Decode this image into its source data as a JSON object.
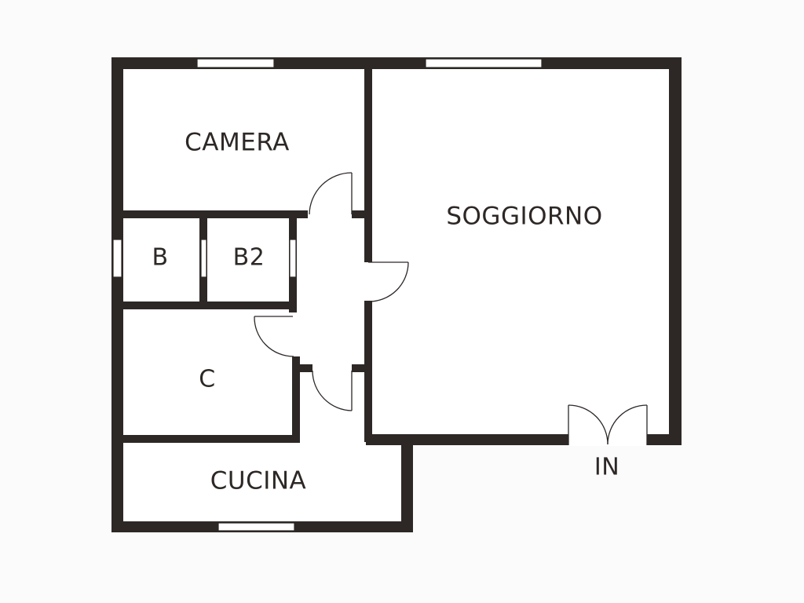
{
  "plan": {
    "rooms": {
      "camera": "CAMERA",
      "soggiorno": "SOGGIORNO",
      "bagno1": "B",
      "bagno2": "B2",
      "c": "C",
      "cucina": "CUCINA",
      "entrance": "IN"
    },
    "colors": {
      "wall": "#2d2826",
      "floor": "#ffffff",
      "background": "#fbfbfb"
    }
  }
}
